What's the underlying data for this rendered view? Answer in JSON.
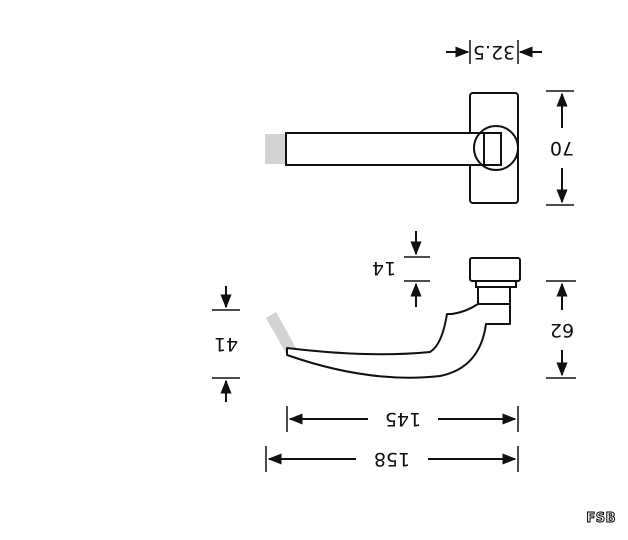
{
  "dimensions": {
    "rose_width": "32.5",
    "rose_height": "70",
    "neck_height": "14",
    "lever_drop": "41",
    "total_height": "62",
    "inner_length": "145",
    "total_length": "158"
  },
  "brand": {
    "logo": "FSB"
  },
  "colors": {
    "line": "#111111",
    "fade": "#d3d3d3",
    "background": "#ffffff"
  }
}
